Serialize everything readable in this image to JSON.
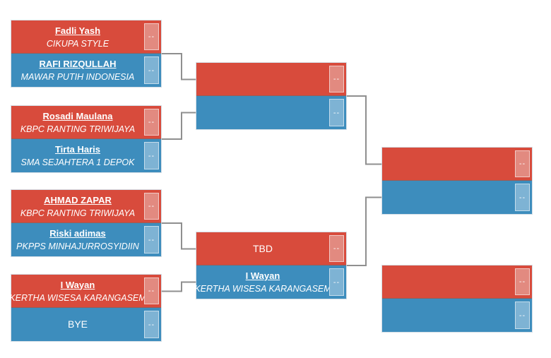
{
  "colors": {
    "red": "#d84b3c",
    "red_light": "#e28a80",
    "blue": "#3d8dbd",
    "blue_light": "#7eb3d4",
    "connector": "#8f8f8f",
    "background": "#ffffff",
    "text": "#ffffff"
  },
  "matches": {
    "r1m1": {
      "red": {
        "name": "Fadli Yash",
        "team": "CIKUPA STYLE",
        "score": "--"
      },
      "blue": {
        "name": "RAFI RIZQULLAH",
        "team": "MAWAR PUTIH INDONESIA",
        "score": "--"
      }
    },
    "r1m2": {
      "red": {
        "name": "Rosadi Maulana",
        "team": "KBPC RANTING TRIWIJAYA",
        "score": "--"
      },
      "blue": {
        "name": "Tirta Haris",
        "team": "SMA SEJAHTERA 1 DEPOK",
        "score": "--"
      }
    },
    "r1m3": {
      "red": {
        "name": "AHMAD ZAPAR",
        "team": "KBPC RANTING TRIWIJAYA",
        "score": "--"
      },
      "blue": {
        "name": "Riski adimas",
        "team": "PKPPS MINHAJURROSYIDIIN",
        "score": "--"
      }
    },
    "r1m4": {
      "red": {
        "name": "I Wayan",
        "team": "KERTHA WISESA KARANGASEM",
        "score": "--"
      },
      "blue": {
        "label": "BYE",
        "score": "--"
      }
    },
    "r2m1": {
      "red": {
        "name": "",
        "team": "",
        "score": "--"
      },
      "blue": {
        "name": "",
        "team": "",
        "score": "--"
      }
    },
    "r2m2": {
      "red": {
        "label": "TBD",
        "score": "--"
      },
      "blue": {
        "name": "I Wayan",
        "team": "KERTHA WISESA KARANGASEM",
        "score": "--"
      }
    },
    "final": {
      "red": {
        "name": "",
        "team": "",
        "score": "--"
      },
      "blue": {
        "name": "",
        "team": "",
        "score": "--"
      }
    },
    "third": {
      "red": {
        "name": "",
        "team": "",
        "score": "--"
      },
      "blue": {
        "name": "",
        "team": "",
        "score": "--"
      }
    }
  }
}
